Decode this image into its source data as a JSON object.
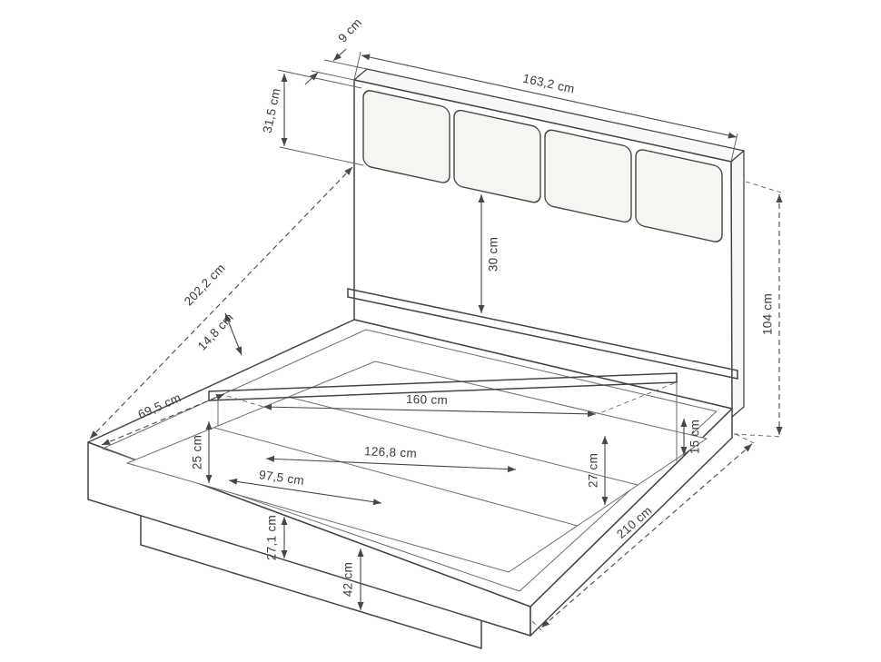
{
  "diagram": {
    "type": "bed-technical-drawing",
    "unit": "cm",
    "background_color": "#ffffff",
    "line_color": "#454545",
    "text_color": "#3a3a3a"
  },
  "dims": {
    "headboard_thickness": {
      "label": "9 cm",
      "value": 9,
      "unit": "cm"
    },
    "headboard_width": {
      "label": "163,2 cm",
      "value": 163.2,
      "unit": "cm"
    },
    "cushion_height": {
      "label": "31,5 cm",
      "value": 31.5,
      "unit": "cm"
    },
    "cushion_to_shelf_gap": {
      "label": "30 cm",
      "value": 30,
      "unit": "cm"
    },
    "frame_depth": {
      "label": "202,2 cm",
      "value": 202.2,
      "unit": "cm"
    },
    "shelf_offset": {
      "label": "14,8 cm",
      "value": 14.8,
      "unit": "cm"
    },
    "left_partial_depth": {
      "label": "69,5 cm",
      "value": 69.5,
      "unit": "cm"
    },
    "inner_width": {
      "label": "160 cm",
      "value": 160,
      "unit": "cm"
    },
    "inner_width_mid": {
      "label": "126,8 cm",
      "value": 126.8,
      "unit": "cm"
    },
    "inner_width_front": {
      "label": "97,5 cm",
      "value": 97.5,
      "unit": "cm"
    },
    "rail_clearance": {
      "label": "25 cm",
      "value": 25,
      "unit": "cm"
    },
    "inner_height": {
      "label": "27 cm",
      "value": 27,
      "unit": "cm"
    },
    "rim_height": {
      "label": "15 cm",
      "value": 15,
      "unit": "cm"
    },
    "total_height": {
      "label": "104 cm",
      "value": 104,
      "unit": "cm"
    },
    "base_height": {
      "label": "27,1 cm",
      "value": 27.1,
      "unit": "cm"
    },
    "foot_height": {
      "label": "42 cm",
      "value": 42,
      "unit": "cm"
    },
    "total_length": {
      "label": "210 cm",
      "value": 210,
      "unit": "cm"
    }
  }
}
